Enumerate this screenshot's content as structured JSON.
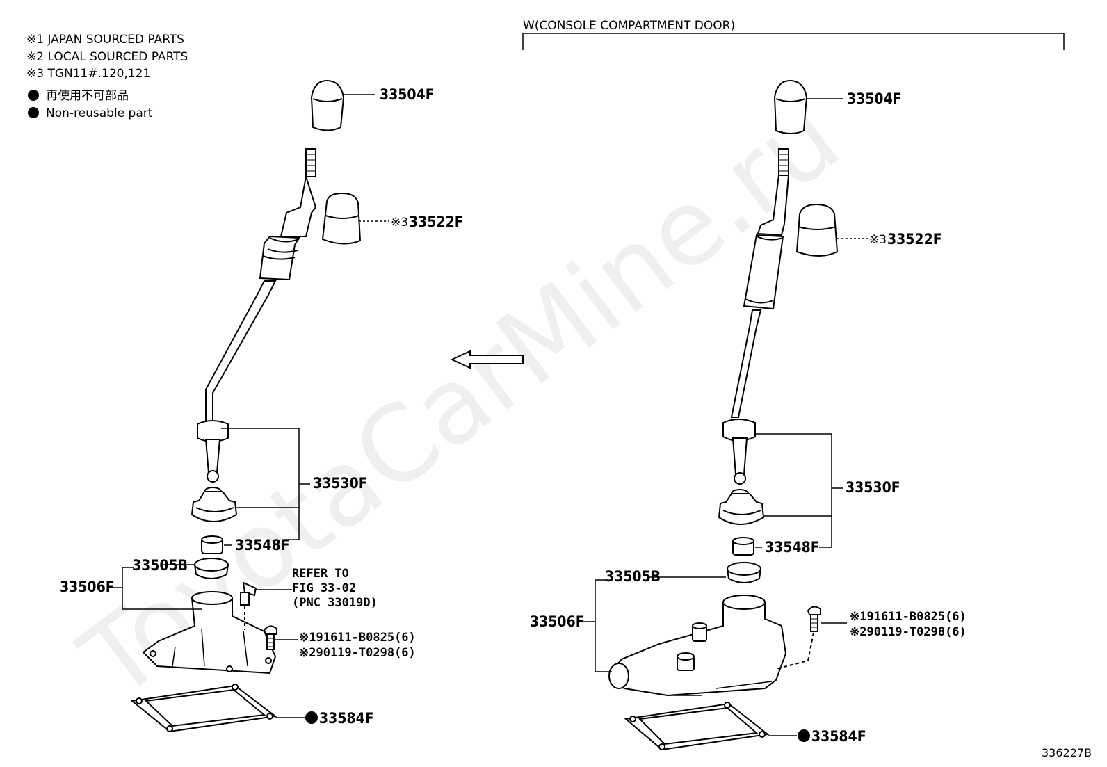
{
  "legend": {
    "note1": "※1 JAPAN SOURCED PARTS",
    "note2": "※2 LOCAL SOURCED PARTS",
    "note3": "※3 TGN11#.120,121",
    "nonreusable_jp": "再使用不可部品",
    "nonreusable_en": "Non-reusable part"
  },
  "variant_header": "W(CONSOLE COMPARTMENT DOOR)",
  "watermark": "ToyotaCarMine.ru",
  "figure_code": "336227B",
  "left": {
    "knob": "33504F",
    "boot_mark": "※3",
    "boot": "33522F",
    "lever_assy": "33530F",
    "bushing": "33548F",
    "seat": "33505B",
    "housing": "33506F",
    "refer1": "REFER TO",
    "refer2": "FIG 33-02",
    "refer3": "(PNC 33019D)",
    "bolt1": "※191611-B0825(6)",
    "bolt2": "※290119-T0298(6)",
    "gasket": "33584F"
  },
  "right": {
    "knob": "33504F",
    "boot_mark": "※3",
    "boot": "33522F",
    "lever_assy": "33530F",
    "bushing": "33548F",
    "seat": "33505B",
    "housing": "33506F",
    "bolt1": "※191611-B0825(6)",
    "bolt2": "※290119-T0298(6)",
    "gasket": "33584F"
  }
}
